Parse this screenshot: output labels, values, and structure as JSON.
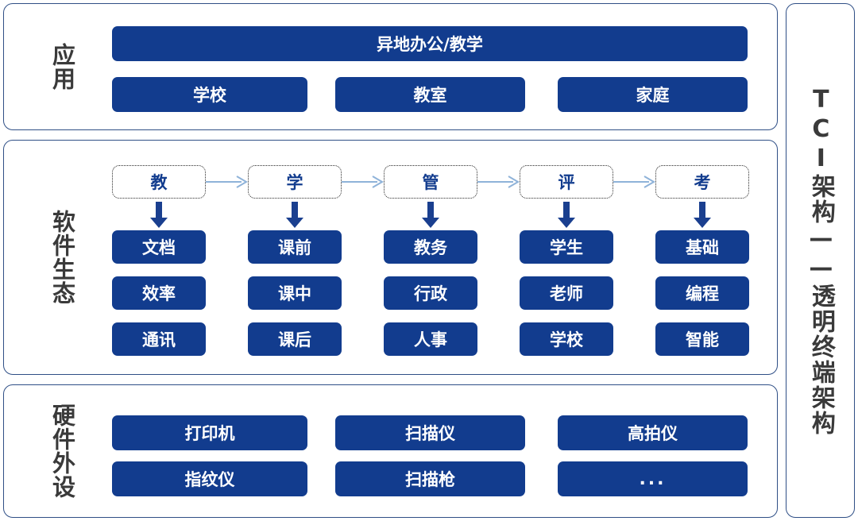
{
  "colors": {
    "box_blue": "#123c8e",
    "panel_border": "#2f4f86",
    "label_gray": "#3a3a3a",
    "arrow_blue": "#8fb3d9",
    "flow_text_blue": "#123c8e",
    "background": "#ffffff"
  },
  "sidebar": {
    "title": "TCI架构——透明终端架构"
  },
  "sections": {
    "application": {
      "label": "应用",
      "wide_item": "异地办公/教学",
      "items": [
        "学校",
        "教室",
        "家庭"
      ]
    },
    "software": {
      "label": "软件生态",
      "flow": [
        "教",
        "学",
        "管",
        "评",
        "考"
      ],
      "columns": [
        {
          "head": "教",
          "items": [
            "文档",
            "效率",
            "通讯"
          ]
        },
        {
          "head": "学",
          "items": [
            "课前",
            "课中",
            "课后"
          ]
        },
        {
          "head": "管",
          "items": [
            "教务",
            "行政",
            "人事"
          ]
        },
        {
          "head": "评",
          "items": [
            "学生",
            "老师",
            "学校"
          ]
        },
        {
          "head": "考",
          "items": [
            "基础",
            "编程",
            "智能"
          ]
        }
      ]
    },
    "hardware": {
      "label": "硬件外设",
      "items": [
        "打印机",
        "扫描仪",
        "高拍仪",
        "指纹仪",
        "扫描枪",
        "..."
      ]
    }
  }
}
